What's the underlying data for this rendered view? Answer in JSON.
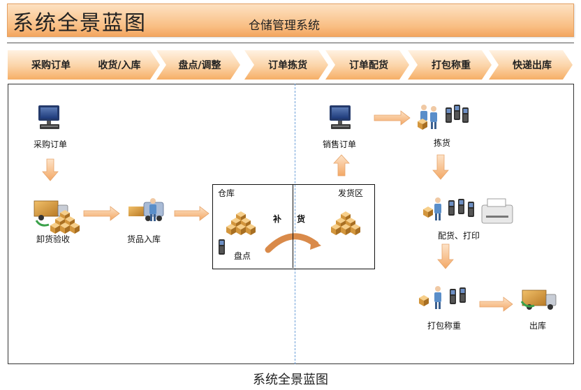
{
  "header": {
    "title": "系统全景蓝图",
    "subtitle": "仓储管理系统"
  },
  "process_steps": [
    "采购订单",
    "收货/入库",
    "盘点/调整",
    "订单拣货",
    "订单配货",
    "打包称重",
    "快递出库"
  ],
  "nodes": {
    "purchase_order": "采购订单",
    "unload_inspect": "卸货验收",
    "goods_inbound": "货品入库",
    "warehouse": "仓库",
    "stocktake": "盘点",
    "replenish_1": "补",
    "replenish_2": "货",
    "shipping_area": "发货区",
    "sales_order": "销售订单",
    "picking": "拣货",
    "allocate_print": "配货、打印",
    "pack_weigh": "打包称重",
    "outbound": "出库"
  },
  "caption": "系统全景蓝图",
  "colors": {
    "arrow": "#f7c89b",
    "banner": "#f9be83",
    "divider": "#6a9ed8"
  }
}
